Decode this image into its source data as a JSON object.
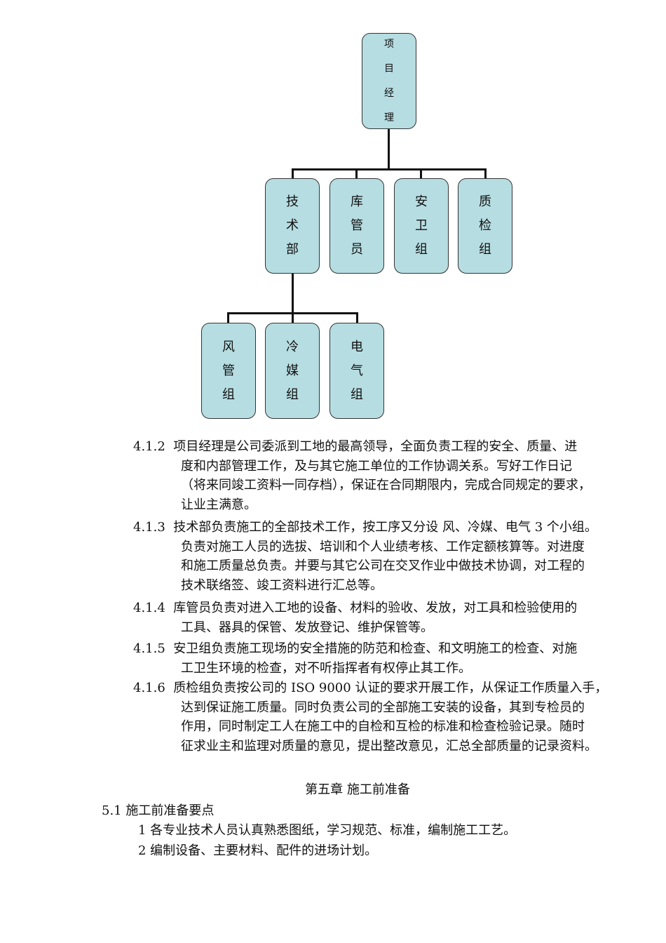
{
  "org_chart": {
    "root": "项目经理",
    "level2": [
      {
        "label": "技术部",
        "children": [
          "风管组",
          "冷媒组",
          "电气组"
        ]
      },
      {
        "label": "库管员"
      },
      {
        "label": "安卫组"
      },
      {
        "label": "质检组"
      }
    ]
  },
  "chars": {
    "pm": [
      "项",
      "目",
      "经",
      "理"
    ],
    "tech": [
      "技",
      "术",
      "部"
    ],
    "store": [
      "库",
      "管",
      "员"
    ],
    "safety": [
      "安",
      "卫",
      "组"
    ],
    "quality": [
      "质",
      "检",
      "组"
    ],
    "duct": [
      "风",
      "管",
      "组"
    ],
    "refrig": [
      "冷",
      "媒",
      "组"
    ],
    "elec": [
      "电",
      "气",
      "组"
    ]
  },
  "items": [
    {
      "num": "4.1.2",
      "lines": [
        "项目经理是公司委派到工地的最高领导，全面负责工程的安全、质量、进",
        "度和内部管理工作，及与其它施工单位的工作协调关系。写好工作日记",
        "（将来同竣工资料一同存档），保证在合同期限内，完成合同规定的要求，",
        "让业主满意。"
      ]
    },
    {
      "num": "4.1.3",
      "lines": [
        "技术部负责施工的全部技术工作，按工序又分设 风、冷媒、电气 3 个小组。",
        "负责对施工人员的选拔、培训和个人业绩考核、工作定额核算等。对进度",
        "和施工质量总负责。并要与其它公司在交叉作业中做技术协调，对工程的",
        "技术联络签、竣工资料进行汇总等。"
      ]
    },
    {
      "num": "4.1.4",
      "lines": [
        "库管员负责对进入工地的设备、材料的验收、发放，对工具和检验使用的",
        "工具、器具的保管、发放登记、维护保管等。"
      ]
    },
    {
      "num": "4.1.5",
      "lines": [
        "安卫组负责施工现场的安全措施的防范和检查、和文明施工的检查、对施",
        "工卫生环境的检查，对不听指挥者有权停止其工作。"
      ]
    },
    {
      "num": "4.1.6",
      "lines": [
        "质检组负责按公司的 ISO 9000 认证的要求开展工作，从保证工作质量入手，",
        "达到保证施工质量。同时负责公司的全部施工安装的设备，其到专检员的",
        "作用，同时制定工人在施工中的自检和互检的标准和检查检验记录。随时",
        "征求业主和监理对质量的意见，提出整改意见，汇总全部质量的记录资料。"
      ]
    }
  ],
  "chapter_title": "第五章  施工前准备",
  "section_title": "5.1  施工前准备要点",
  "section_items": [
    "1  各专业技术人员认真熟悉图纸，学习规范、标准，编制施工工艺。",
    "2  编制设备、主要材料、配件的进场计划。"
  ]
}
